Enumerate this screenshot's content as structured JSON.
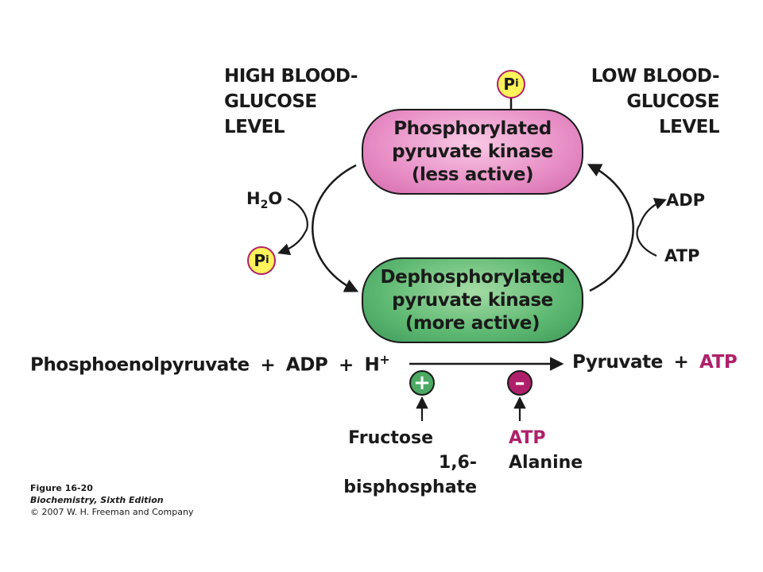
{
  "high_glucose": {
    "line1": "HIGH BLOOD-",
    "line2": "GLUCOSE",
    "line3": "LEVEL"
  },
  "low_glucose": {
    "line1": "LOW BLOOD-",
    "line2": "GLUCOSE",
    "line3": "LEVEL"
  },
  "phospho_pk": {
    "line1": "Phosphorylated",
    "line2": "pyruvate kinase",
    "line3": "(less active)"
  },
  "dephospho_pk": {
    "line1": "Dephosphorylated",
    "line2": "pyruvate kinase",
    "line3": "(more active)"
  },
  "pi": {
    "letter": "P",
    "sub": "i"
  },
  "water": {
    "h": "H",
    "sub": "2",
    "o": "O"
  },
  "adp_label": "ADP",
  "atp_label": "ATP",
  "reaction": {
    "pep": "Phosphoenolpyruvate",
    "plus": "+",
    "adp": "ADP",
    "h": "H",
    "h_sup": "+",
    "pyruvate": "Pyruvate",
    "atp": "ATP"
  },
  "activator": {
    "sign": "+",
    "line1": "Fructose",
    "line2": "1,6-bisphosphate"
  },
  "inhibitor": {
    "sign": "–",
    "line1": "ATP",
    "line2": "Alanine"
  },
  "caption": {
    "figure": "Figure 16-20",
    "book": "Biochemistry, Sixth Edition",
    "copyright": "© 2007 W. H. Freeman and Company"
  },
  "colors": {
    "magenta": "#b0206a",
    "pink": "#e88fc6",
    "green": "#5cb871",
    "yellow": "#fff25a"
  }
}
